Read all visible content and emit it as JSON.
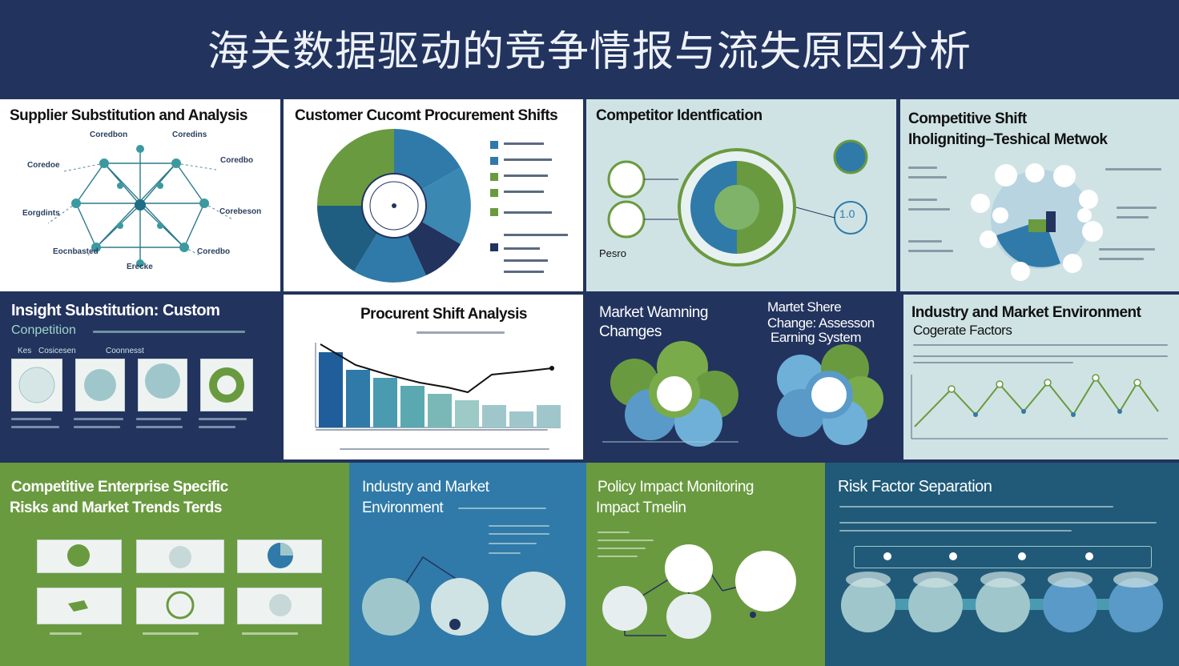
{
  "page_title": "海关数据驱动的竞争情报与流失原因分析",
  "panels": {
    "p1": {
      "title": "Supplier Substitution and Analysis",
      "labels": [
        "Coredbon",
        "Coredins",
        "Coredoe",
        "Coredbo",
        "Eorgdints",
        "Corebeson",
        "Eocnbasted",
        "Coredbo",
        "Erecke"
      ]
    },
    "p2": {
      "title": "Customer Cucomt Procurement Shifts"
    },
    "p3": {
      "title": "Competitor Identfication",
      "label": "Pesro",
      "value": "1.0"
    },
    "p4": {
      "title_line1": "Competitive Shift",
      "title_line2": "Iholigniting–Teshical Metwok"
    },
    "p5": {
      "title": "Insight Substitution: Custom",
      "subtitle": "Conpetition",
      "sub_labels": [
        "Kes",
        "Cosicesen",
        "Coonnesst"
      ]
    },
    "p6": {
      "title": "Procurent Shift Analysis"
    },
    "p7": {
      "title_line1": "Market Wamning",
      "title_line2": "Chamges"
    },
    "p8": {
      "title_line1": "Martet Shere",
      "title_line2": "Change: Assesson",
      "title_line3": "Earning    System"
    },
    "p9": {
      "title_line1": "Industry and Market Environment",
      "title_line2": "Cogerate Factors"
    },
    "p10": {
      "title_line1": "Competitive Enterprise Specific",
      "title_line2": "Risks and Market Trends Terds"
    },
    "p11": {
      "title_line1": "Industry and Market",
      "title_line2": "Environment"
    },
    "p12": {
      "title_line1": "Policy Impact Monitoring",
      "title_line2": "Impact Tmelin"
    },
    "p13": {
      "title": "Risk Factor Separation"
    }
  },
  "colors": {
    "navy": "#22335e",
    "green": "#6a9a3f",
    "blue": "#2f7aa8",
    "teal": "#9fc7cb",
    "light_teal": "#cfe3e4",
    "dark_blue": "#205a78"
  }
}
